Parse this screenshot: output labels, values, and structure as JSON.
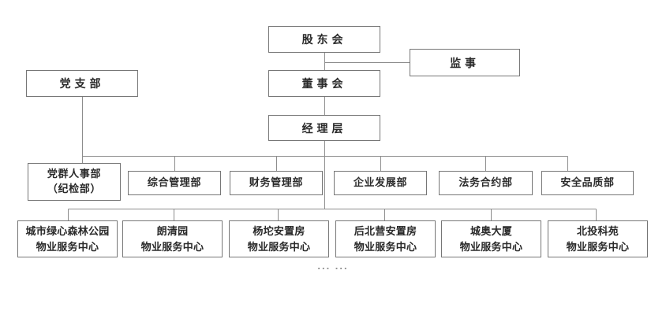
{
  "colors": {
    "background": "#ffffff",
    "box_border": "#767676",
    "connector_line": "#8c8c8c",
    "text": "#2a2a2a"
  },
  "orgchart": {
    "governance": {
      "shareholders": "股东会",
      "supervisor": "监事",
      "board": "董事会",
      "management": "经理层",
      "party_branch": "党支部"
    },
    "departments": [
      {
        "line1": "党群人事部",
        "line2": "（纪检部）"
      },
      {
        "line1": "综合管理部",
        "line2": ""
      },
      {
        "line1": "财务管理部",
        "line2": ""
      },
      {
        "line1": "企业发展部",
        "line2": ""
      },
      {
        "line1": "法务合约部",
        "line2": ""
      },
      {
        "line1": "安全品质部",
        "line2": ""
      }
    ],
    "service_centers": [
      {
        "line1": "城市绿心森林公园",
        "line2": "物业服务中心"
      },
      {
        "line1": "朗清园",
        "line2": "物业服务中心"
      },
      {
        "line1": "杨坨安置房",
        "line2": "物业服务中心"
      },
      {
        "line1": "后北营安置房",
        "line2": "物业服务中心"
      },
      {
        "line1": "城奥大厦",
        "line2": "物业服务中心"
      },
      {
        "line1": "北投科苑",
        "line2": "物业服务中心"
      }
    ],
    "ellipsis": "... ..."
  }
}
